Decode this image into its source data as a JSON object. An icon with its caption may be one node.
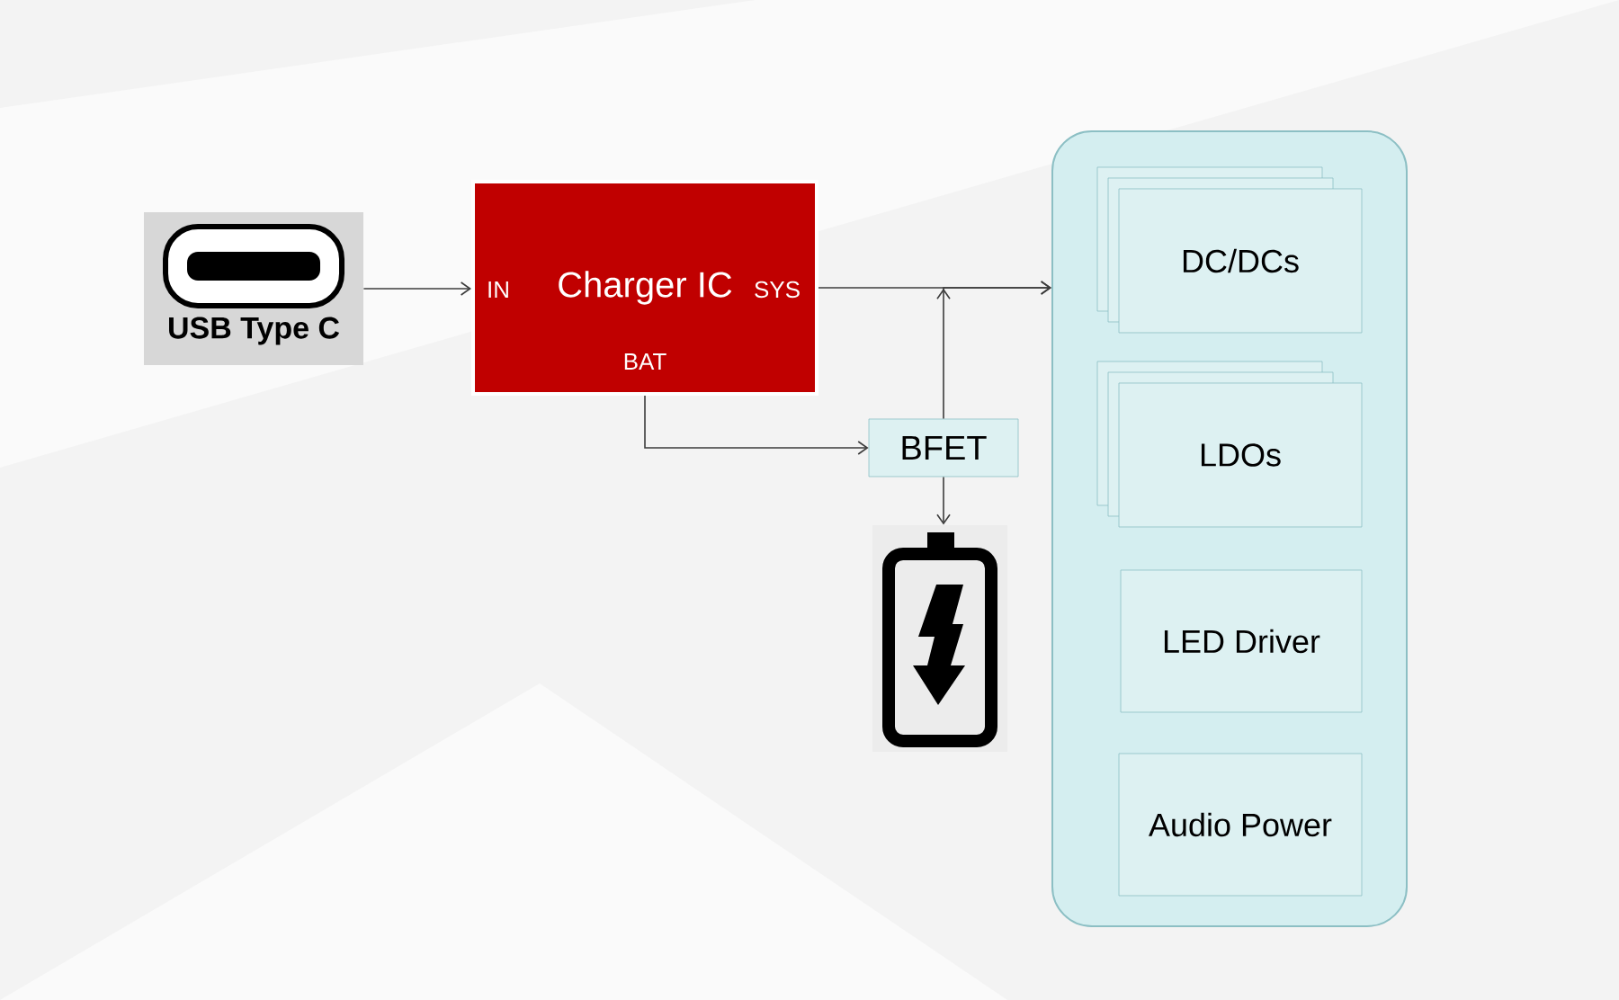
{
  "diagram": {
    "nodes": [
      {
        "text": [
          "USB Type C"
        ]
      },
      {
        "text": [
          "IN",
          "Charger IC",
          "SYS",
          "BAT"
        ]
      },
      {
        "text": [
          "BFET"
        ]
      },
      {
        "text": [],
        "shape": "battery"
      },
      {
        "text": [],
        "shape": "box"
      },
      {
        "text": [
          "DC/DCs"
        ],
        "in": 4
      },
      {
        "text": [
          "LDOs"
        ],
        "in": 4
      },
      {
        "text": [
          "LED Driver"
        ],
        "in": 4
      },
      {
        "text": [
          "Audio Power"
        ],
        "in": 4
      }
    ],
    "edges": [
      {
        "from": 0,
        "to": 1,
        "arrow": "to"
      },
      {
        "from": 1,
        "to": 4,
        "arrow": "to"
      },
      {
        "from": 1,
        "to": 2,
        "arrow": "to"
      },
      {
        "from": 2,
        "to": 4,
        "arrow": "to"
      },
      {
        "from": 2,
        "to": 3,
        "arrow": "to"
      }
    ]
  }
}
